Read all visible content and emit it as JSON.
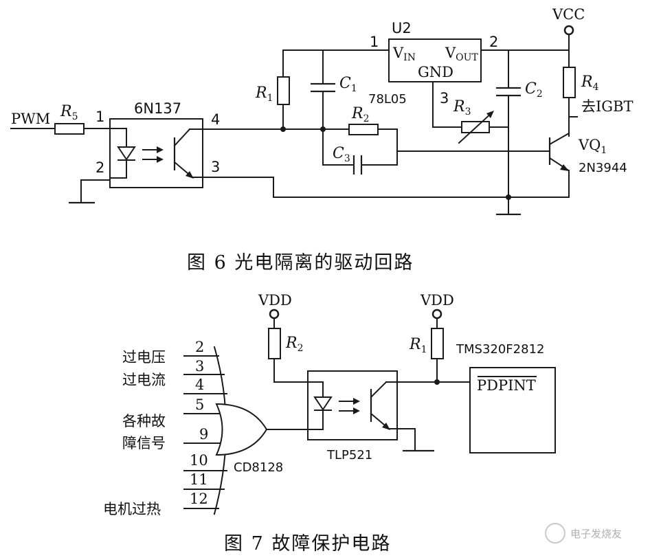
{
  "fig6": {
    "caption": "图 6  光电隔离的驱动回路",
    "pwm": "PWM",
    "r5": "R",
    "r5_sub": "5",
    "opto": "6N137",
    "pin1": "1",
    "pin2": "2",
    "pin3": "3",
    "pin4": "4",
    "r1": "R",
    "r1_sub": "1",
    "c1": "C",
    "c1_sub": "1",
    "r2": "R",
    "r2_sub": "2",
    "c3": "C",
    "c3_sub": "3",
    "u2": "U2",
    "reg": "78L05",
    "vin": "V",
    "vin_sub": "IN",
    "vout": "V",
    "vout_sub": "OUT",
    "gnd": "GND",
    "reg_pin1": "1",
    "reg_pin2": "2",
    "reg_pin3": "3",
    "r3": "R",
    "r3_sub": "3",
    "c2": "C",
    "c2_sub": "2",
    "vcc": "VCC",
    "r4": "R",
    "r4_sub": "4",
    "to_igbt": "去IGBT",
    "vq1": "VQ",
    "vq1_sub": "1",
    "transistor": "2N3944"
  },
  "fig7": {
    "caption": "图 7  故障保护电路",
    "vdd_left": "VDD",
    "vdd_right": "VDD",
    "r2": "R",
    "r2_sub": "2",
    "r1": "R",
    "r1_sub": "1",
    "mcu": "TMS320F2812",
    "pdpint": "PDPINT",
    "opto": "TLP521",
    "gate": "CD8128",
    "labels": [
      "过电压",
      "过电流",
      "各种故",
      "障信号",
      "电机过热"
    ],
    "pins": [
      "2",
      "3",
      "4",
      "5",
      "9",
      "10",
      "11",
      "12"
    ]
  },
  "watermark": "电子发烧友"
}
